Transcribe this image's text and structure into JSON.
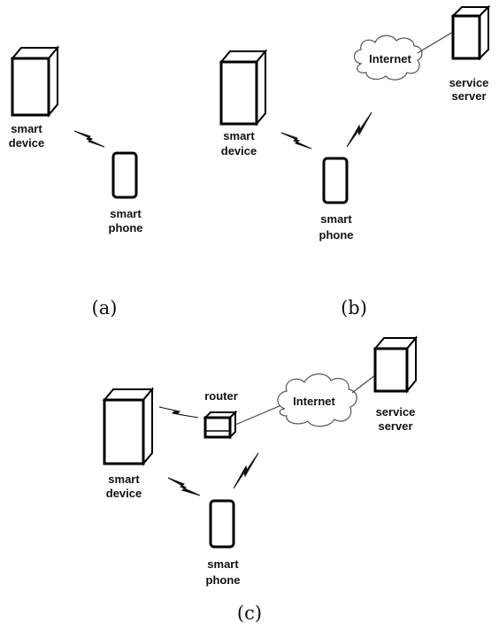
{
  "diagrams": {
    "a": {
      "caption": "(a)",
      "smart_device": [
        "smart",
        "device"
      ],
      "smart_phone": [
        "smart",
        "phone"
      ]
    },
    "b": {
      "caption": "(b)",
      "smart_device": [
        "smart",
        "device"
      ],
      "smart_phone": [
        "smart",
        "phone"
      ],
      "internet": "Internet",
      "service_server": [
        "service",
        "server"
      ]
    },
    "c": {
      "caption": "(c)",
      "smart_device": [
        "smart",
        "device"
      ],
      "smart_phone": [
        "smart",
        "phone"
      ],
      "internet": "Internet",
      "service_server": [
        "service",
        "server"
      ],
      "router": "router"
    }
  }
}
